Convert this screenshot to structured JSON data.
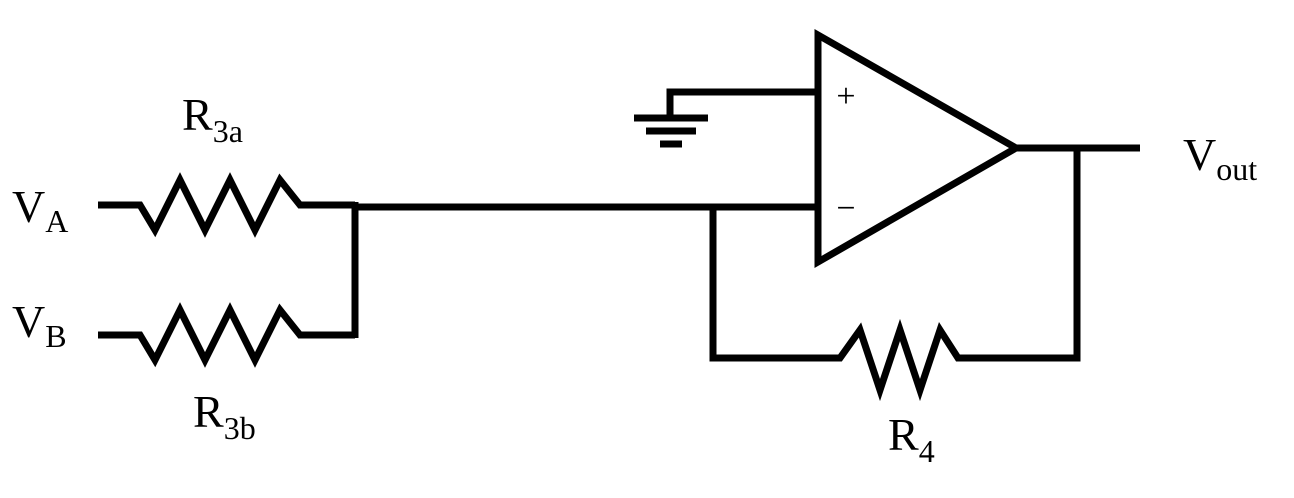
{
  "diagram": {
    "labels": {
      "va_main": "V",
      "va_sub": "A",
      "vb_main": "V",
      "vb_sub": "B",
      "r3a_main": "R",
      "r3a_sub": "3a",
      "r3b_main": "R",
      "r3b_sub": "3b",
      "r4_main": "R",
      "r4_sub": "4",
      "vout_main": "V",
      "vout_sub": "out"
    },
    "opamp": {
      "plus_sign": "+",
      "minus_sign": "−"
    },
    "colors": {
      "stroke": "#000000",
      "background": "#ffffff"
    }
  }
}
